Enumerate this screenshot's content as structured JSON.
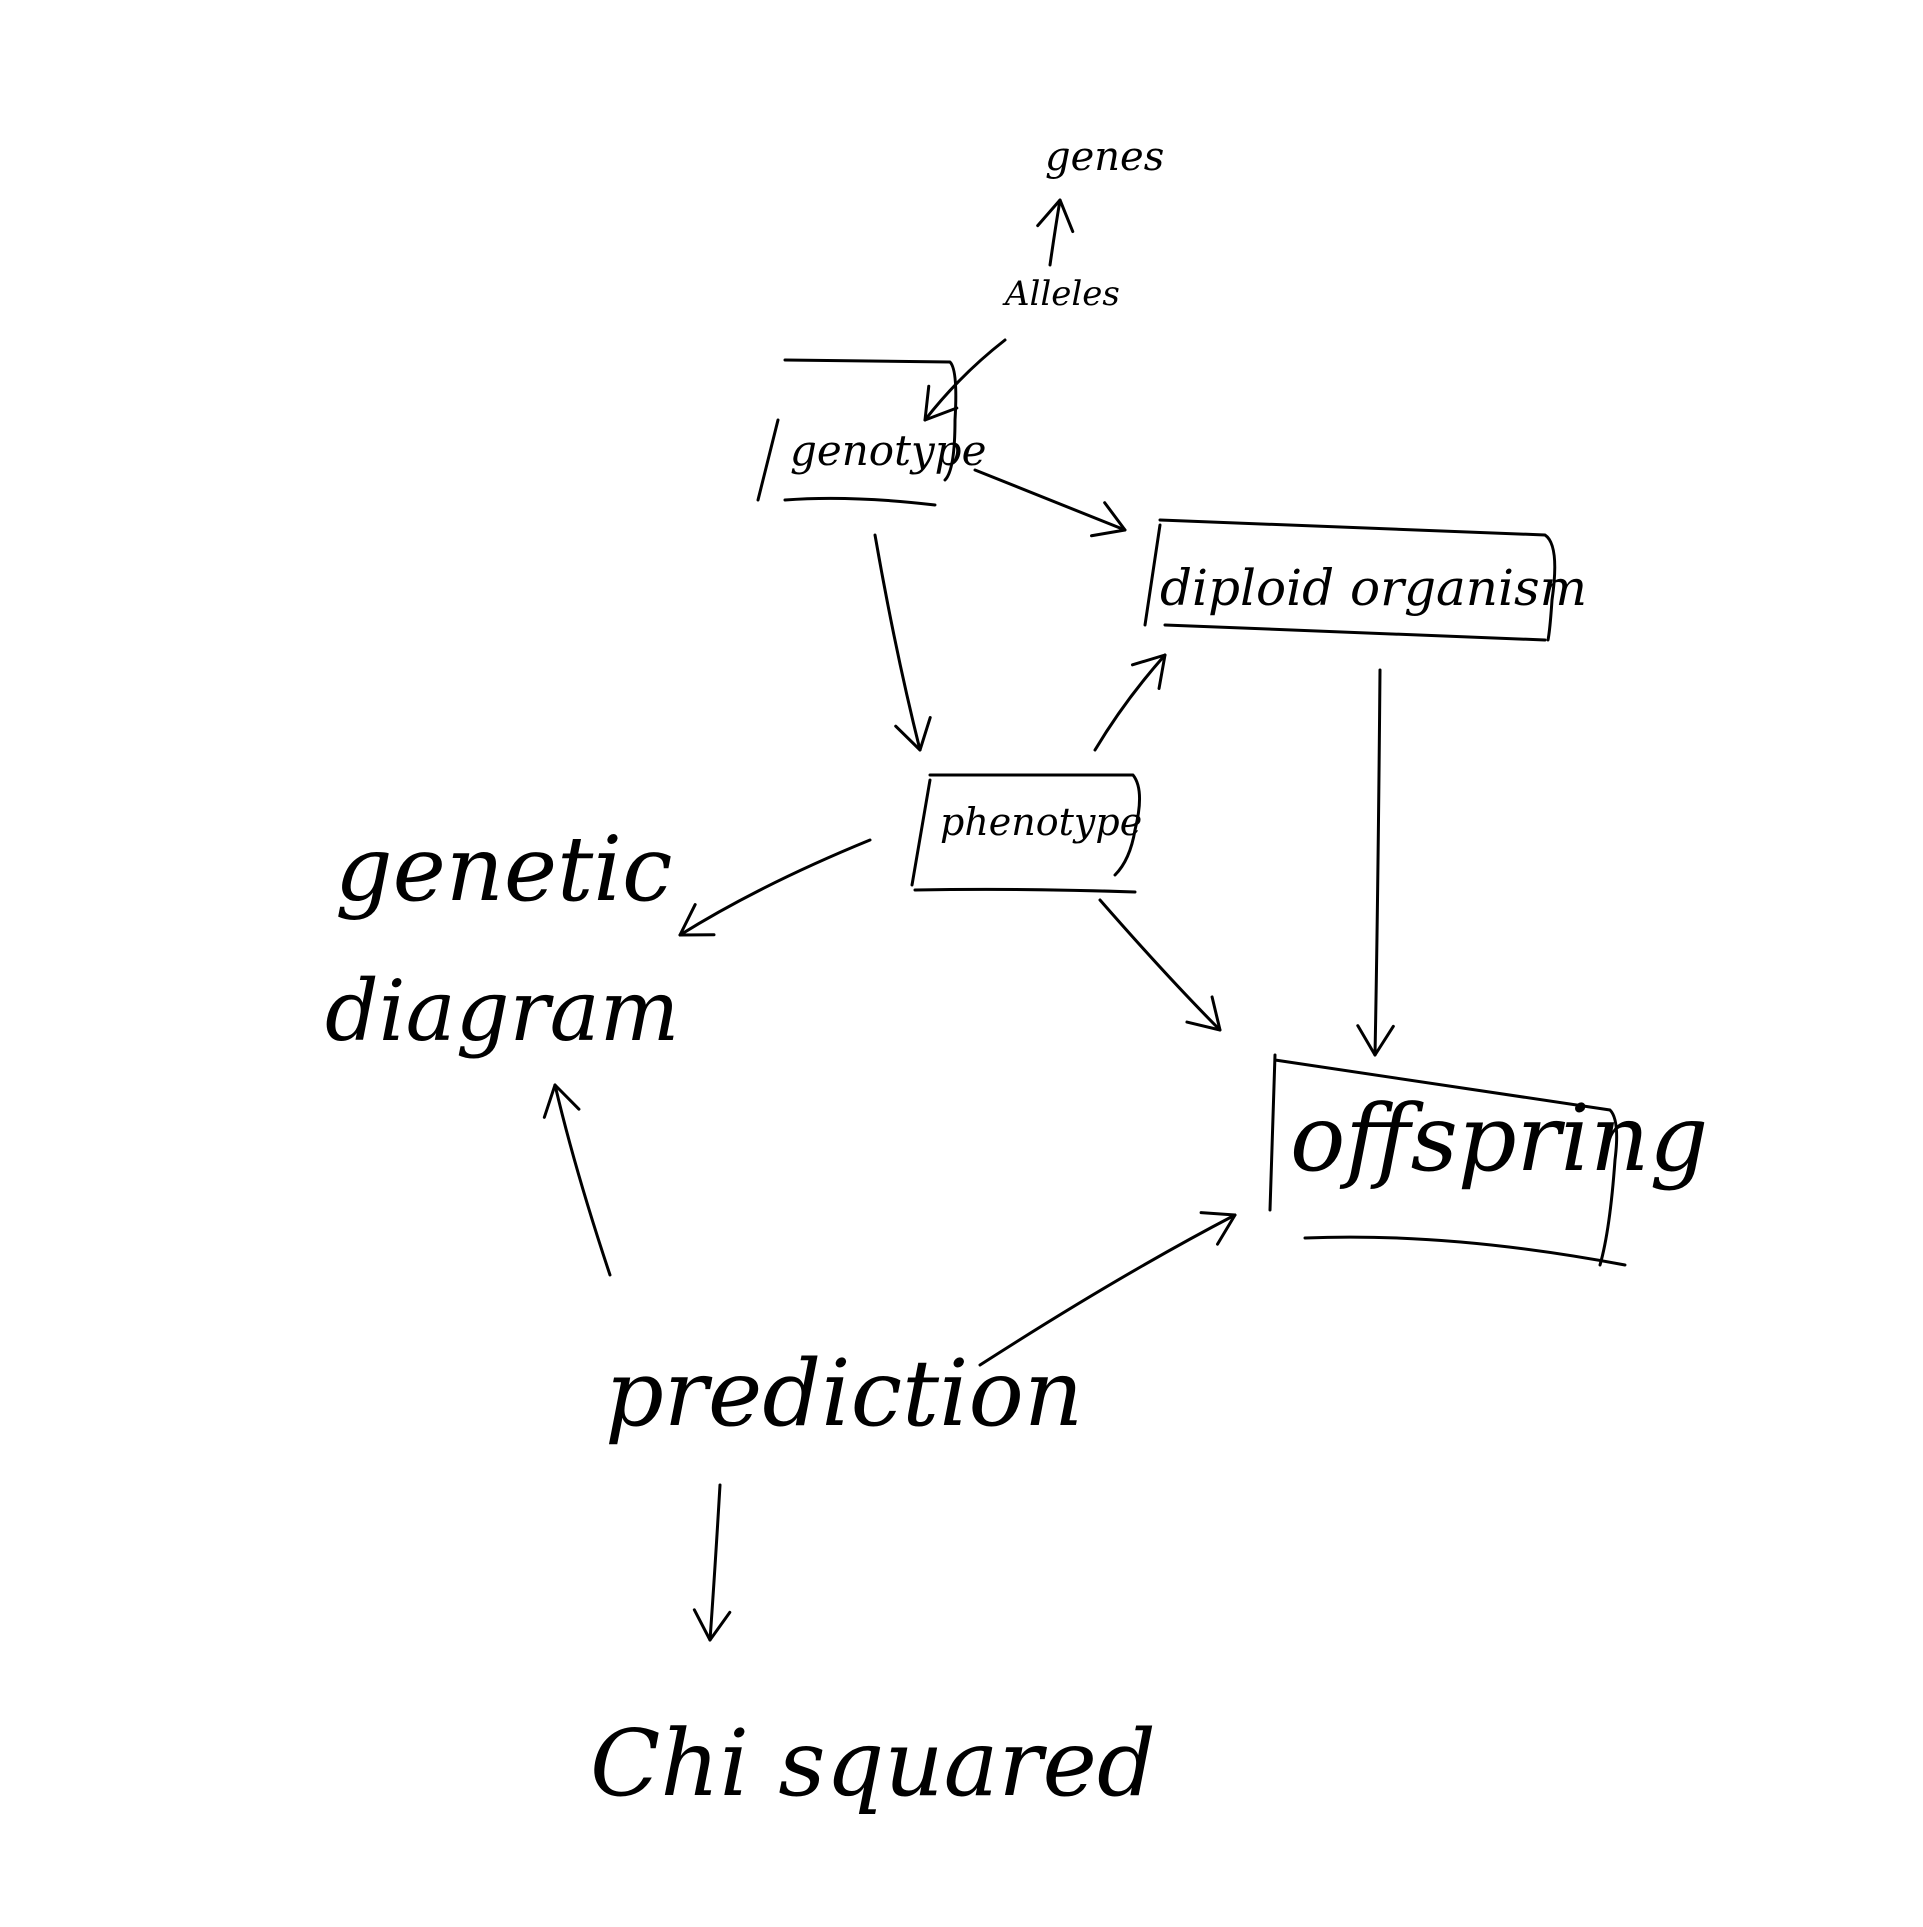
{
  "diagram": {
    "nodes": [
      {
        "id": "genes",
        "label": "genes",
        "boxed": false
      },
      {
        "id": "alleles",
        "label": "Alleles",
        "boxed": false
      },
      {
        "id": "genotype",
        "label": "genotype",
        "boxed": true
      },
      {
        "id": "diploid",
        "label": "diploid organism",
        "boxed": true
      },
      {
        "id": "phenotype",
        "label": "phenotype",
        "boxed": true
      },
      {
        "id": "genetic",
        "label": "genetic",
        "boxed": false
      },
      {
        "id": "diagram",
        "label": "diagram",
        "boxed": false
      },
      {
        "id": "offspring",
        "label": "offspring",
        "boxed": true
      },
      {
        "id": "prediction",
        "label": "prediction",
        "boxed": false
      },
      {
        "id": "chisquared",
        "label": "Chi squared",
        "boxed": false
      }
    ],
    "edges": [
      {
        "from": "alleles",
        "to": "genes"
      },
      {
        "from": "alleles",
        "to": "genotype"
      },
      {
        "from": "genotype",
        "to": "diploid"
      },
      {
        "from": "genotype",
        "to": "phenotype"
      },
      {
        "from": "phenotype",
        "to": "diploid"
      },
      {
        "from": "phenotype",
        "to": "genetic-diagram"
      },
      {
        "from": "phenotype",
        "to": "offspring"
      },
      {
        "from": "diploid",
        "to": "offspring"
      },
      {
        "from": "prediction",
        "to": "genetic-diagram"
      },
      {
        "from": "prediction",
        "to": "offspring"
      },
      {
        "from": "prediction",
        "to": "chisquared"
      }
    ]
  }
}
